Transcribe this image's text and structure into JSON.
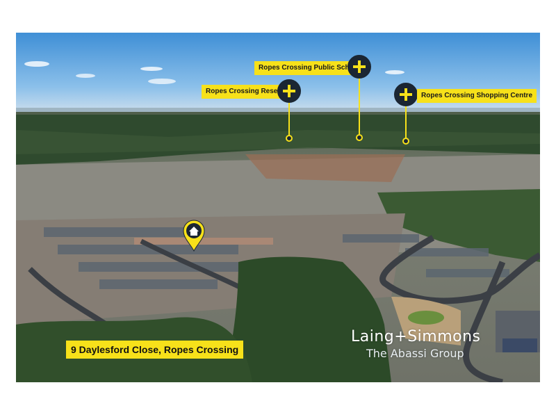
{
  "image": {
    "description_icons": [
      "home-pin-icon",
      "plus-icon"
    ],
    "accent_color": "#f7e11a",
    "marker_color": "#1b2633"
  },
  "callouts": {
    "reserve": "Ropes Crossing Reserve",
    "school": "Ropes Crossing Public School",
    "shopping": "Ropes Crossing Shopping Centre"
  },
  "address": "9 Daylesford Close, Ropes Crossing",
  "brand": {
    "name": "Laing+Simmons",
    "sub": "The Abassi Group"
  }
}
